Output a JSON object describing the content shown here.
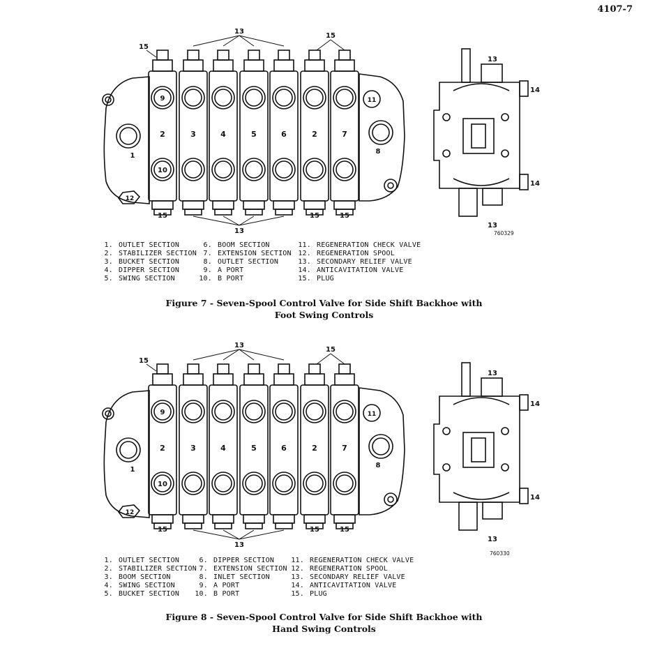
{
  "page_number": "4107-7",
  "figures": [
    {
      "ref_code": "760329",
      "section_numbers": [
        "2",
        "3",
        "4",
        "5",
        "6",
        "2",
        "7"
      ],
      "callouts": {
        "outlet_left": "1",
        "outlet_right": "8",
        "port_a": "9",
        "port_b": "10",
        "regen_check": "11",
        "regen_spool": "12",
        "secondary_relief": "13",
        "anticavitation": "14",
        "plug": "15"
      },
      "legend": {
        "col1": [
          {
            "num": "1.",
            "text": "OUTLET SECTION"
          },
          {
            "num": "2.",
            "text": "STABILIZER SECTION"
          },
          {
            "num": "3.",
            "text": "BUCKET SECTION"
          },
          {
            "num": "4.",
            "text": "DIPPER SECTION"
          },
          {
            "num": "5.",
            "text": "SWING SECTION"
          }
        ],
        "col2": [
          {
            "num": "6.",
            "text": "BOOM SECTION"
          },
          {
            "num": "7.",
            "text": "EXTENSION SECTION"
          },
          {
            "num": "8.",
            "text": "OUTLET SECTION"
          },
          {
            "num": "9.",
            "text": "A PORT"
          },
          {
            "num": "10.",
            "text": "B PORT"
          }
        ],
        "col3": [
          {
            "num": "11.",
            "text": "REGENERATION CHECK VALVE"
          },
          {
            "num": "12.",
            "text": "REGENERATION SPOOL"
          },
          {
            "num": "13.",
            "text": "SECONDARY RELIEF VALVE"
          },
          {
            "num": "14.",
            "text": "ANTICAVITATION VALVE"
          },
          {
            "num": "15.",
            "text": "PLUG"
          }
        ]
      },
      "caption_line1": "Figure 7 - Seven-Spool Control Valve for Side Shift Backhoe with",
      "caption_line2": "Foot Swing Controls"
    },
    {
      "ref_code": "760330",
      "section_numbers": [
        "2",
        "3",
        "4",
        "5",
        "6",
        "2",
        "7"
      ],
      "callouts": {
        "outlet_left": "1",
        "outlet_right": "8",
        "port_a": "9",
        "port_b": "10",
        "regen_check": "11",
        "regen_spool": "12",
        "secondary_relief": "13",
        "anticavitation": "14",
        "plug": "15"
      },
      "legend": {
        "col1": [
          {
            "num": "1.",
            "text": "OUTLET SECTION"
          },
          {
            "num": "2.",
            "text": "STABILIZER SECTION"
          },
          {
            "num": "3.",
            "text": "BOOM SECTION"
          },
          {
            "num": "4.",
            "text": "SWING SECTION"
          },
          {
            "num": "5.",
            "text": "BUCKET SECTION"
          }
        ],
        "col2": [
          {
            "num": "6.",
            "text": "DIPPER SECTION"
          },
          {
            "num": "7.",
            "text": "EXTENSION SECTION"
          },
          {
            "num": "8.",
            "text": "INLET SECTION"
          },
          {
            "num": "9.",
            "text": "A PORT"
          },
          {
            "num": "10.",
            "text": "B PORT"
          }
        ],
        "col3": [
          {
            "num": "11.",
            "text": "REGENERATION CHECK VALVE"
          },
          {
            "num": "12.",
            "text": "REGENERATION SPOOL"
          },
          {
            "num": "13.",
            "text": "SECONDARY RELIEF VALVE"
          },
          {
            "num": "14.",
            "text": "ANTICAVITATION VALVE"
          },
          {
            "num": "15.",
            "text": "PLUG"
          }
        ]
      },
      "caption_line1": "Figure 8 - Seven-Spool Control Valve for Side Shift Backhoe with",
      "caption_line2": "Hand Swing Controls"
    }
  ]
}
